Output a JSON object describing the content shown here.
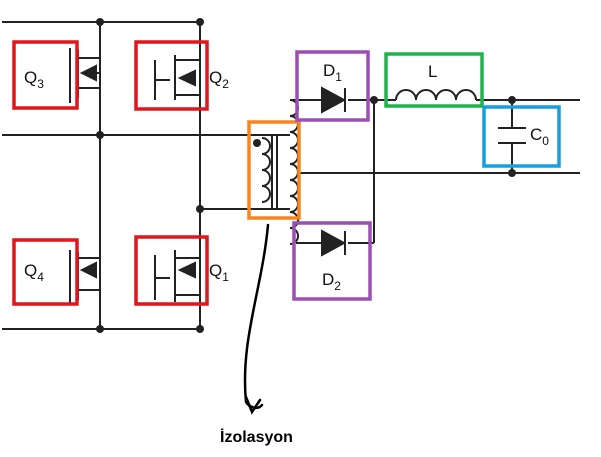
{
  "components": {
    "q3": {
      "letter": "Q",
      "sub": "3"
    },
    "q2": {
      "letter": "Q",
      "sub": "2"
    },
    "q4": {
      "letter": "Q",
      "sub": "4"
    },
    "q1": {
      "letter": "Q",
      "sub": "1"
    },
    "d1": {
      "letter": "D",
      "sub": "1"
    },
    "d2": {
      "letter": "D",
      "sub": "2"
    },
    "inductor": {
      "letter": "L"
    },
    "capacitor": {
      "letter": "C",
      "sub": "0"
    }
  },
  "annotation": {
    "label": "İzolasyon"
  },
  "colors": {
    "transistor_box": "#e0161c",
    "diode_box": "#9b4fb5",
    "inductor_box": "#22b24c",
    "capacitor_box": "#159fe0",
    "transformer_box": "#f7851f",
    "wire": "#222222"
  }
}
